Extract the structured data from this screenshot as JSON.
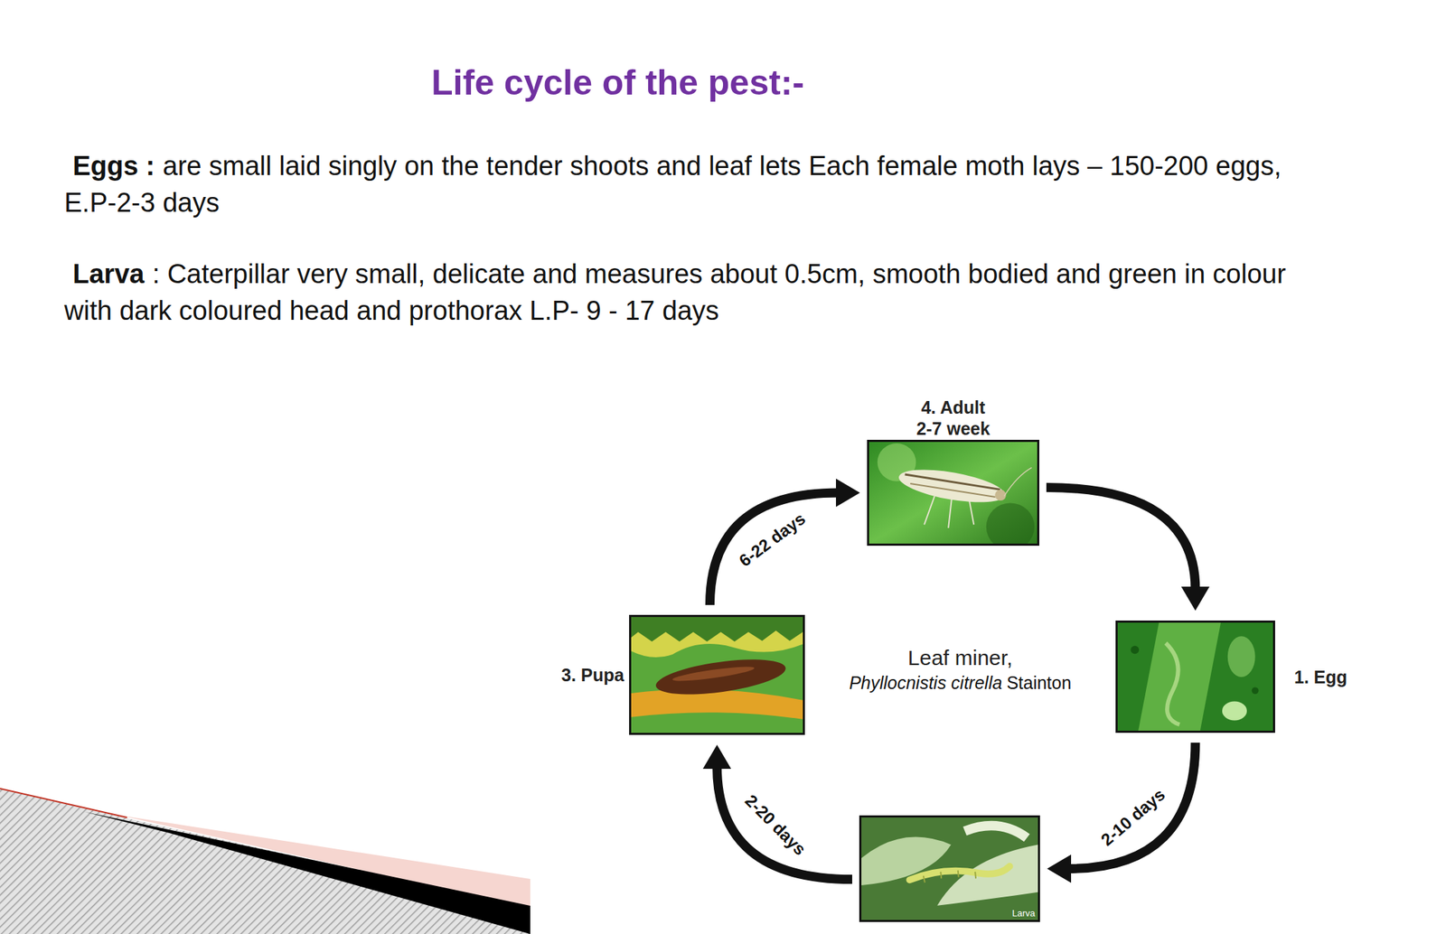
{
  "diagram": {
    "title": "Life cycle of the pest:-",
    "nodes": [
      {
        "text": [
          "4. Adult",
          "2-7 week"
        ]
      },
      {
        "text": [
          "1. Egg"
        ]
      },
      {
        "text": [
          "Larva"
        ]
      },
      {
        "text": [
          "3. Pupa"
        ]
      }
    ],
    "edges": [
      {
        "from": 0,
        "to": 1,
        "arrow": "to"
      },
      {
        "from": 1,
        "to": 2,
        "label": "2-10 days",
        "arrow": "to"
      },
      {
        "from": 2,
        "to": 3,
        "label": "2-20 days",
        "arrow": "to"
      },
      {
        "from": 3,
        "to": 0,
        "label": "6-22 days",
        "arrow": "to"
      }
    ],
    "labels": [
      "Eggs :",
      "are small laid singly on the tender shoots and leaf lets Each female moth lays – 150-200 eggs, E.P-2-3 days",
      "Larva",
      ": Caterpillar very small, delicate and measures about 0.5cm, smooth bodied and green in colour with dark coloured head and prothorax L.P- 9 - 17 days",
      "Leaf miner,",
      "Phyllocnistis citrella",
      "Stainton"
    ]
  }
}
